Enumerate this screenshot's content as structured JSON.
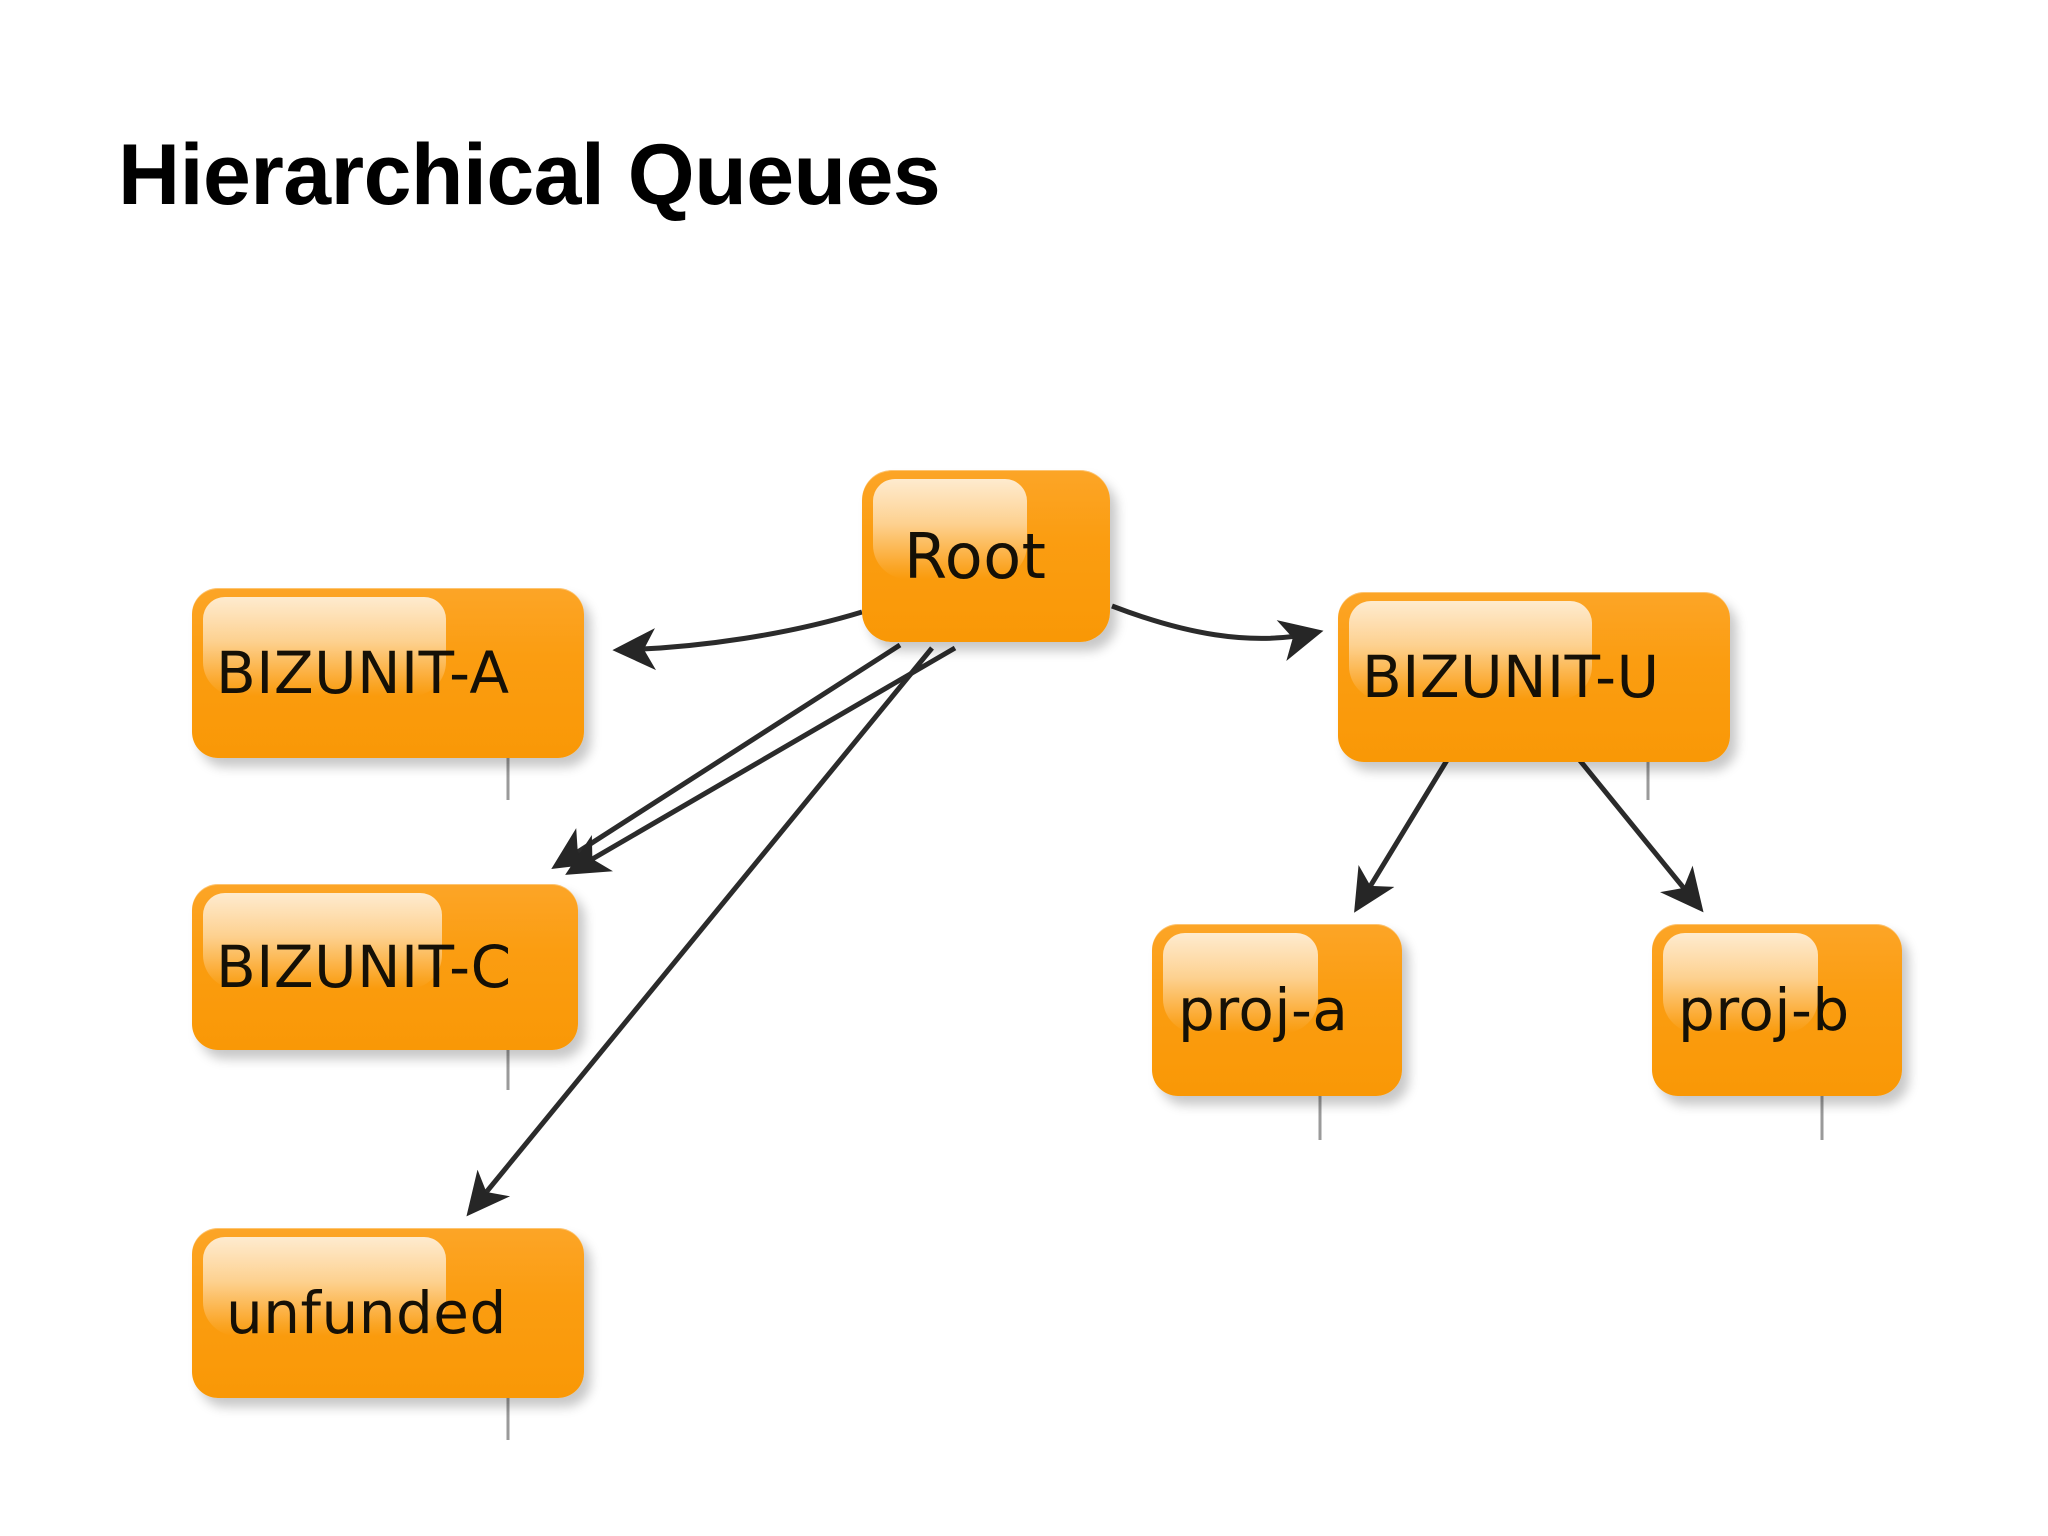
{
  "slide": {
    "title": "Hierarchical Queues",
    "background_color": "#ffffff",
    "title_color": "#000000"
  },
  "diagram": {
    "type": "tree",
    "node_fill_color": "#fb9d11",
    "node_highlight_color": "#fcd49a",
    "edge_color": "#2b2b2b",
    "nodes": [
      {
        "id": "root",
        "label": "Root",
        "level": 0
      },
      {
        "id": "bizunit-a",
        "label": "BIZUNIT-A",
        "level": 1
      },
      {
        "id": "bizunit-c",
        "label": "BIZUNIT-C",
        "level": 1
      },
      {
        "id": "unfunded",
        "label": "unfunded",
        "level": 1
      },
      {
        "id": "bizunit-u",
        "label": "BIZUNIT-U",
        "level": 1
      },
      {
        "id": "proj-a",
        "label": "proj-a",
        "level": 2
      },
      {
        "id": "proj-b",
        "label": "proj-b",
        "level": 2
      }
    ],
    "edges": [
      {
        "from": "root",
        "to": "bizunit-a"
      },
      {
        "from": "root",
        "to": "bizunit-c"
      },
      {
        "from": "root",
        "to": "bizunit-c"
      },
      {
        "from": "root",
        "to": "unfunded"
      },
      {
        "from": "root",
        "to": "bizunit-u"
      },
      {
        "from": "bizunit-u",
        "to": "proj-a"
      },
      {
        "from": "bizunit-u",
        "to": "proj-b"
      }
    ]
  }
}
